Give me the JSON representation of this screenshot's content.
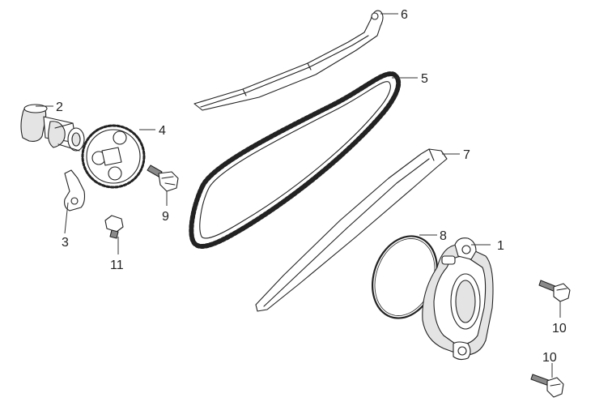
{
  "diagram": {
    "callouts": [
      {
        "id": "c1",
        "text": "1"
      },
      {
        "id": "c2",
        "text": "2"
      },
      {
        "id": "c3",
        "text": "3"
      },
      {
        "id": "c4",
        "text": "4"
      },
      {
        "id": "c5",
        "text": "5"
      },
      {
        "id": "c6",
        "text": "6"
      },
      {
        "id": "c7",
        "text": "7"
      },
      {
        "id": "c8",
        "text": "8"
      },
      {
        "id": "c9",
        "text": "9"
      },
      {
        "id": "c10a",
        "text": "10"
      },
      {
        "id": "c10b",
        "text": "10"
      },
      {
        "id": "c11",
        "text": "11"
      }
    ],
    "colors": {
      "ink": "#222222",
      "background": "#ffffff",
      "shade": "#e4e4e4",
      "dark": "#8a8a8a"
    }
  }
}
